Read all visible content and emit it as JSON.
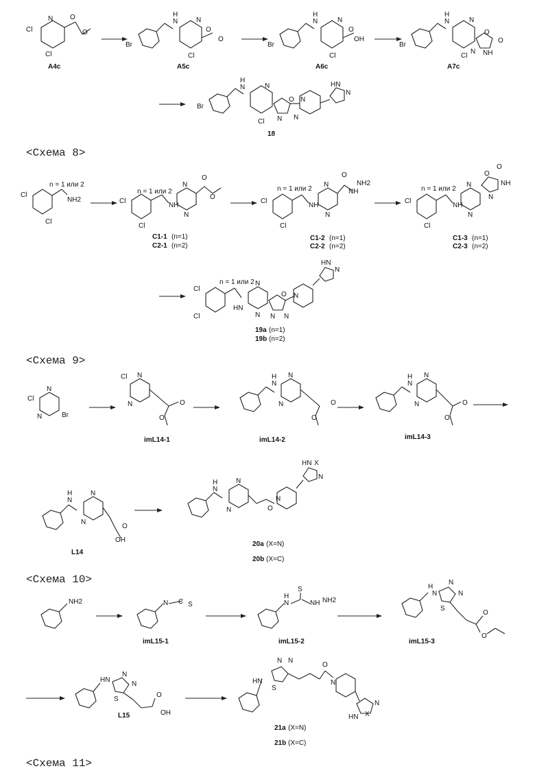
{
  "schemes": [
    {
      "title": "<Схема 8>"
    },
    {
      "title": "<Схема 9>"
    },
    {
      "title": "<Схема 10>"
    },
    {
      "title": "<Схема 11>"
    }
  ],
  "compounds": {
    "a4c": "A4c",
    "a5c": "A5c",
    "a6c": "A6c",
    "a7c": "A7c",
    "c18": "18",
    "c11": "C1-1",
    "c21": "C2-1",
    "c12": "C1-2",
    "c22": "C2-2",
    "c13": "C1-3",
    "c23": "C2-3",
    "c19a": "19a",
    "c19b": "19b",
    "iml14_1": "imL14-1",
    "iml14_2": "imL14-2",
    "iml14_3": "imL14-3",
    "l14": "L14",
    "c20a": "20a",
    "c20b": "20b",
    "iml15_1": "imL15-1",
    "iml15_2": "imL15-2",
    "iml15_3": "imL15-3",
    "l15": "L15",
    "c21a": "21a",
    "c21b": "21b"
  },
  "annotations": {
    "n1": "(n=1)",
    "n2": "(n=2)",
    "x_n": "(X=N)",
    "x_c": "(X=C)",
    "n_label": "n = 1 или 2"
  },
  "atoms": {
    "cl": "Cl",
    "br": "Br",
    "n": "N",
    "nh": "NH",
    "hn": "HN",
    "nh2": "NH2",
    "h": "H",
    "o": "O",
    "oh": "OH",
    "s": "S",
    "x": "X",
    "c": "C"
  }
}
